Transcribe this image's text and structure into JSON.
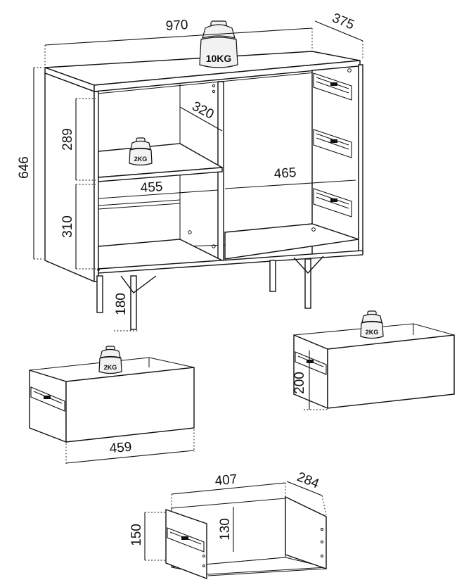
{
  "cabinet": {
    "width_label": "970",
    "depth_label": "375",
    "height_label": "646",
    "top_load_label": "10KG",
    "shelf_load_label": "2KG",
    "upper_compartment_height_label": "289",
    "lower_compartment_height_label": "310",
    "shelf_depth_label": "320",
    "left_inner_width_label": "455",
    "right_inner_width_label": "465",
    "leg_height_label": "180"
  },
  "drawer_left": {
    "width_label": "459",
    "load_label": "2KG"
  },
  "drawer_right": {
    "height_label": "200",
    "load_label": "2KG"
  },
  "drawer_box": {
    "width_label": "407",
    "depth_label": "284",
    "outer_height_label": "150",
    "inner_height_label": "130"
  }
}
